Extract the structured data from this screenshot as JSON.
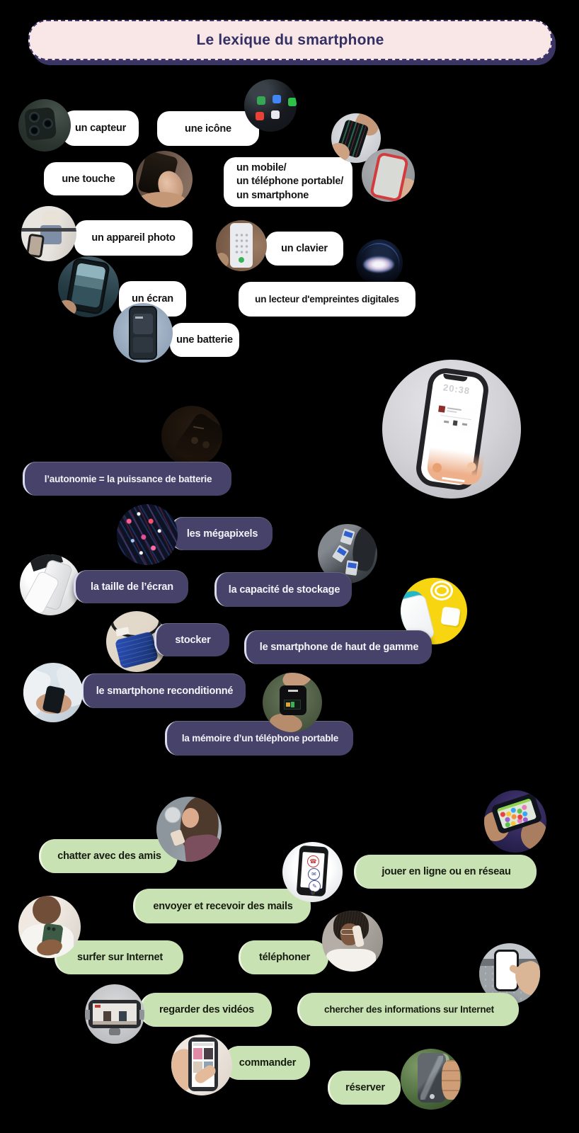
{
  "title": "Le lexique du smartphone",
  "labels": {
    "capteur": "un capteur",
    "icone": "une icône",
    "touche": "une touche",
    "mobile": [
      "un mobile/",
      "un téléphone portable/",
      "un smartphone"
    ],
    "appareil": "un appareil photo",
    "clavier": "un clavier",
    "ecran": "un écran",
    "lecteur": "un lecteur d'empreintes digitales",
    "batterie": "une batterie",
    "autonomie": "l’autonomie = la puissance de batterie",
    "megapixels": "les mégapixels",
    "taille": "la taille de l’écran",
    "stockage": "la capacité de stockage",
    "stocker": "stocker",
    "haut_de_gamme": "le smartphone de haut de gamme",
    "reconditionne": "le smartphone reconditionné",
    "memoire": "la mémoire d’un téléphone portable",
    "chatter": "chatter avec des amis",
    "jouer": "jouer en ligne ou en réseau",
    "mails": "envoyer et recevoir des mails",
    "surfer": "surfer sur Internet",
    "telephoner": "téléphoner",
    "regarder": "regarder des vidéos",
    "chercher": "chercher des informations sur Internet",
    "commander": "commander",
    "reserver": "réserver"
  },
  "media_player_photo": {
    "time": "20:38"
  },
  "icons": {
    "phone": "☎",
    "mail": "✉",
    "pen": "✎"
  },
  "colors": {
    "background": "#000000",
    "title_bg": "#f9e6e7",
    "title_border": "#3a3565",
    "title_text": "#333063",
    "white_bubble": "#ffffff",
    "purple_bubble": "#474269",
    "green_bubble": "#c9e2b4"
  }
}
